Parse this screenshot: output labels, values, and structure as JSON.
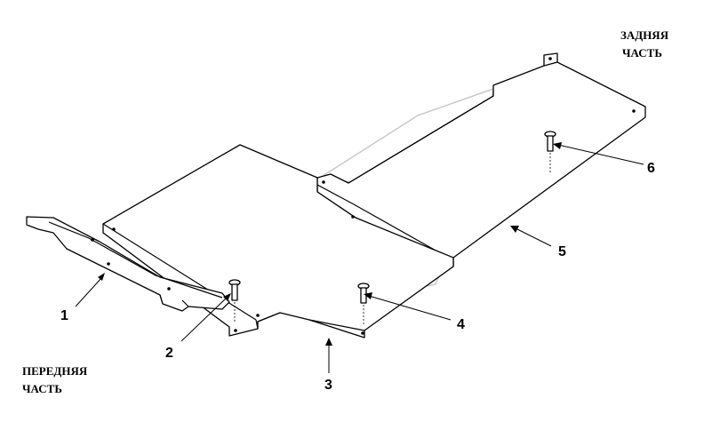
{
  "labels": {
    "rear_line1": "ЗАДНЯЯ",
    "rear_line2": "ЧАСТЬ",
    "front_line1": "ПЕРЕДНЯЯ",
    "front_line2": "ЧАСТЬ"
  },
  "callouts": [
    "1",
    "2",
    "3",
    "4",
    "5",
    "6"
  ]
}
